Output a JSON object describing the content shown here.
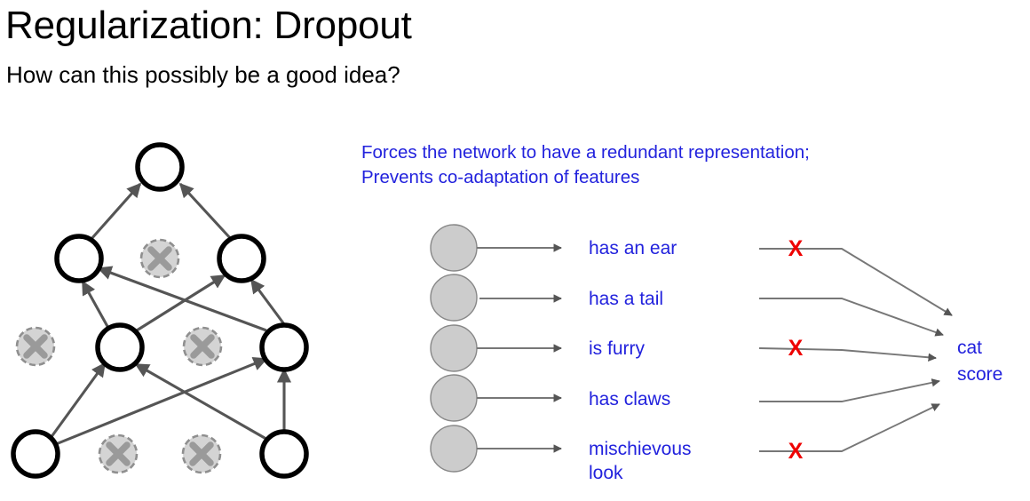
{
  "slide": {
    "title": "Regularization: Dropout",
    "subtitle": "How can this possibly be a good idea?",
    "blurb_line1": "Forces the network to have a redundant representation;",
    "blurb_line2": "Prevents co-adaptation of features",
    "output_label_line1": "cat",
    "output_label_line2": "score",
    "x_mark_glyph": "X"
  },
  "colors": {
    "title": "#000000",
    "subtitle": "#000000",
    "blue_text": "#2222dd",
    "x_mark_red": "#ee0000",
    "active_node_stroke": "#000000",
    "dropped_node_fill": "#d4d4d4",
    "dropped_node_stroke": "#8f8f8f",
    "feature_node_fill": "#cccccc",
    "feature_node_stroke": "#888888",
    "edge_gray": "#555555",
    "line_gray": "#777777"
  },
  "features": [
    {
      "label": "has an ear",
      "dropped": true
    },
    {
      "label": "has a tail",
      "dropped": false
    },
    {
      "label": "is furry",
      "dropped": true
    },
    {
      "label": "has claws",
      "dropped": false
    },
    {
      "label": "mischievous",
      "label2": "look",
      "dropped": true
    }
  ],
  "network": {
    "layers": [
      {
        "name": "output-layer",
        "nodes": [
          {
            "state": "active"
          }
        ]
      },
      {
        "name": "hidden-layer-2",
        "nodes": [
          {
            "state": "active"
          },
          {
            "state": "dropped"
          },
          {
            "state": "active"
          }
        ]
      },
      {
        "name": "hidden-layer-1",
        "nodes": [
          {
            "state": "dropped"
          },
          {
            "state": "active"
          },
          {
            "state": "dropped"
          },
          {
            "state": "active"
          }
        ]
      },
      {
        "name": "input-layer",
        "nodes": [
          {
            "state": "active"
          },
          {
            "state": "dropped"
          },
          {
            "state": "dropped"
          },
          {
            "state": "active"
          }
        ]
      }
    ],
    "edge_count": 10
  }
}
